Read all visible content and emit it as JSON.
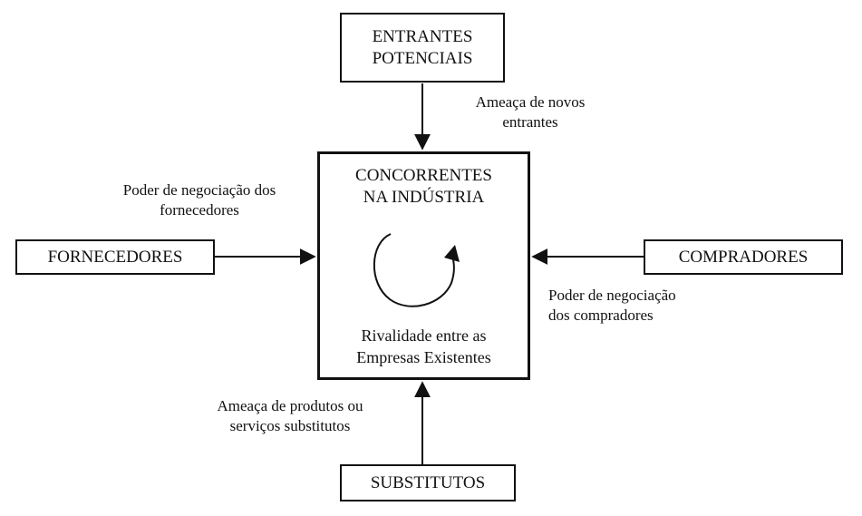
{
  "boxes": {
    "entrantes": [
      "ENTRANTES",
      "POTENCIAIS"
    ],
    "concorrentes": [
      "CONCORRENTES",
      "NA INDÚSTRIA"
    ],
    "fornecedores": "FORNECEDORES",
    "compradores": "COMPRADORES",
    "substitutos": "SUBSTITUTOS"
  },
  "center_caption": [
    "Rivalidade entre as",
    "Empresas Existentes"
  ],
  "forces": {
    "novos_entrantes": [
      "Ameaça de novos",
      "entrantes"
    ],
    "fornecedores": [
      "Poder de negociação dos",
      "fornecedores"
    ],
    "compradores": [
      "Poder de negociação",
      "dos compradores"
    ],
    "substitutos": [
      "Ameaça de produtos ou",
      "serviços substitutos"
    ]
  },
  "icons": {
    "rivalry": "circular-arrow-icon"
  }
}
